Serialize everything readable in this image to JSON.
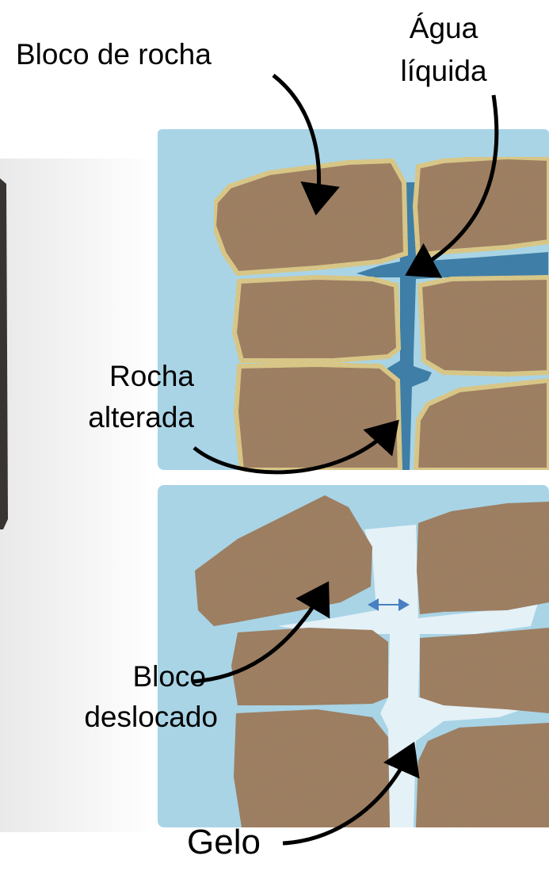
{
  "labels": {
    "rock_block": "Bloco de rocha",
    "liquid_water_line1": "Água",
    "liquid_water_line2": "líquida",
    "weathered_rock_line1": "Rocha",
    "weathered_rock_line2": "alterada",
    "displaced_block_line1": "Bloco",
    "displaced_block_line2": "deslocado",
    "ice": "Gelo"
  },
  "colors": {
    "background_water": "#a8d4e6",
    "crack_water": "#3f7ea6",
    "ice": "#e4f1f7",
    "rock": "#9c7a5c",
    "rock_rim": "#e8d88e",
    "left_object": "#3a3431",
    "arrow": "#000000",
    "expansion_arrow": "#4a7fc1"
  },
  "panels": [
    {
      "name": "before-freeze",
      "description_shown": false
    },
    {
      "name": "after-freeze",
      "description_shown": false
    }
  ]
}
